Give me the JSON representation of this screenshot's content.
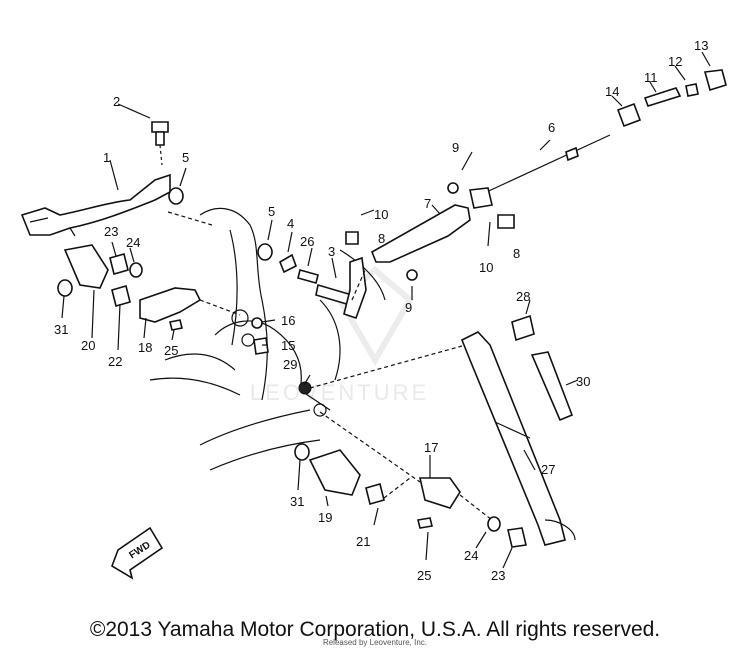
{
  "diagram": {
    "part_numbers": [
      "1",
      "2",
      "3",
      "4",
      "5",
      "5",
      "6",
      "7",
      "8",
      "8",
      "9",
      "9",
      "10",
      "10",
      "11",
      "12",
      "13",
      "14",
      "15",
      "16",
      "17",
      "18",
      "19",
      "20",
      "21",
      "22",
      "23",
      "23",
      "24",
      "24",
      "25",
      "25",
      "26",
      "27",
      "28",
      "29",
      "30",
      "31",
      "31"
    ],
    "watermark": "LEOVENTURE",
    "direction_label": "FWD"
  },
  "footer": {
    "copyright": "©2013 Yamaha Motor Corporation, U.S.A. All rights reserved.",
    "credit": "Released by Leoventure, Inc."
  }
}
